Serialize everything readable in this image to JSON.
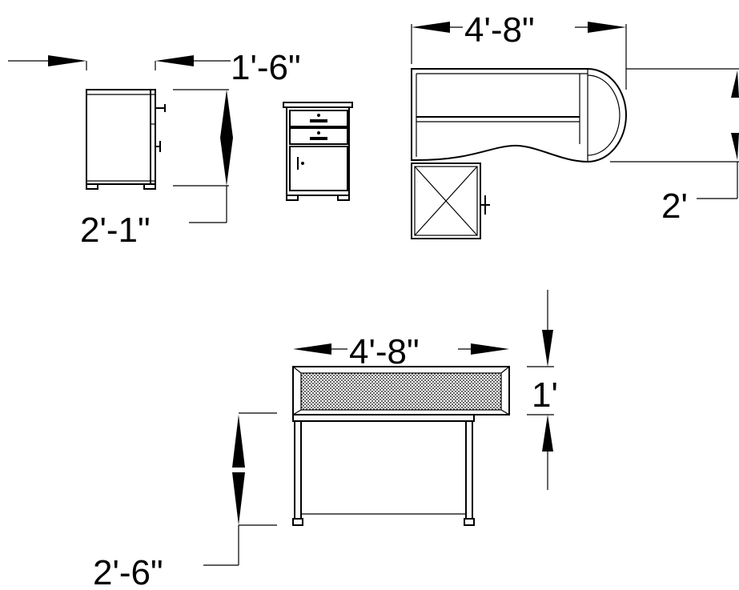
{
  "dimensions": {
    "cabinet_depth": "1'-6\"",
    "cabinet_height": "2'-1\"",
    "plan_width": "4'-8\"",
    "plan_depth": "2'",
    "elevation_width": "4'-8\"",
    "hutch_height": "1'",
    "desk_height": "2'-6\""
  },
  "colors": {
    "line": "#000000",
    "background": "#ffffff"
  }
}
